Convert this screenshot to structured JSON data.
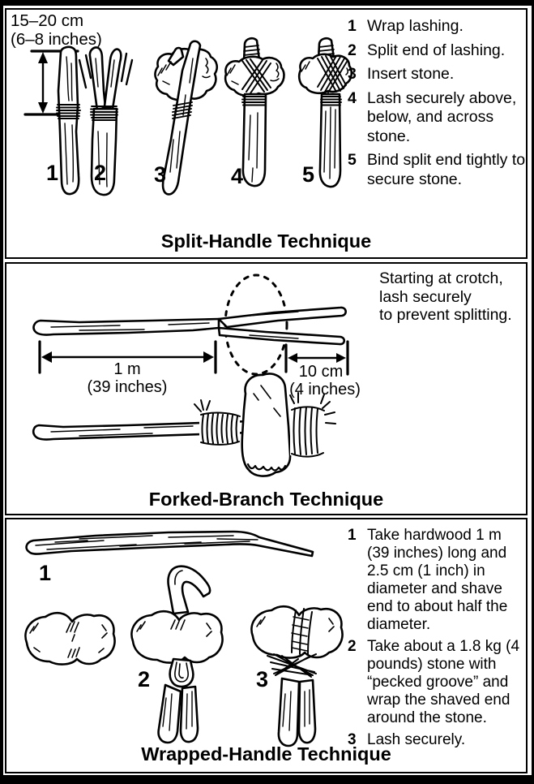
{
  "colors": {
    "ink": "#000000",
    "paper": "#ffffff"
  },
  "panels": [
    {
      "caption": "Split-Handle Technique",
      "measurement": {
        "cm": "15–20 cm",
        "inches": "(6–8 inches)"
      },
      "figure_numbers": [
        "1",
        "2",
        "3",
        "4",
        "5"
      ],
      "steps": [
        {
          "num": "1",
          "text": "Wrap lashing."
        },
        {
          "num": "2",
          "text": "Split end of lashing."
        },
        {
          "num": "3",
          "text": "Insert stone."
        },
        {
          "num": "4",
          "text": "Lash securely above, below, and across stone."
        },
        {
          "num": "5",
          "text": "Bind split end tightly to secure stone."
        }
      ]
    },
    {
      "caption": "Forked-Branch Technique",
      "note": "Starting at crotch,\nlash securely\nto prevent splitting.",
      "measurements": [
        {
          "label": "1 m",
          "sub": "(39 inches)"
        },
        {
          "label": "10 cm",
          "sub": "(4 inches)"
        }
      ]
    },
    {
      "caption": "Wrapped-Handle Technique",
      "figure_numbers": [
        "1",
        "2",
        "3"
      ],
      "steps": [
        {
          "num": "1",
          "text": "Take hardwood 1 m (39 inches) long and 2.5 cm (1 inch) in diameter and shave end to about half the diameter."
        },
        {
          "num": "2",
          "text": "Take about a 1.8 kg (4 pounds) stone with “pecked groove” and wrap the shaved end around the stone."
        },
        {
          "num": "3",
          "text": "Lash securely."
        }
      ]
    }
  ]
}
